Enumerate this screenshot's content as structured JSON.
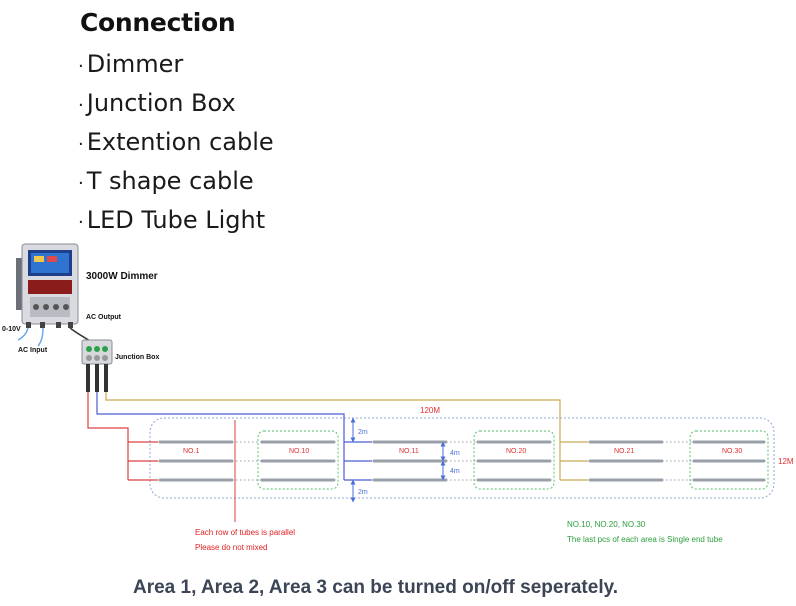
{
  "heading": "Connection",
  "items": [
    "Dimmer",
    "Junction Box",
    "Extention cable",
    "T shape cable",
    "LED Tube Light"
  ],
  "labels": {
    "dimmer": "3000W Dimmer",
    "input_0_10v": "0-10V",
    "ac_input": "AC Input",
    "ac_output": "AC Output",
    "junction_box": "Junction Box",
    "length_total": "120M",
    "length_right": "12M",
    "gap_top": "2m",
    "gap_bottom": "2m",
    "row_gap_1": "4m",
    "row_gap_2": "4m"
  },
  "tubes": {
    "no1": "NO.1",
    "no10": "NO.10",
    "no11": "NO.11",
    "no20": "NO.20",
    "no21": "NO.21",
    "no30": "NO.30"
  },
  "notes": {
    "parallel_1": "Each row of tubes is parallel",
    "parallel_2": "Please do not mixed",
    "single_end_1": "NO.10, NO.20, NO.30",
    "single_end_2": "The last pcs of each area is Single end tube"
  },
  "footer": "Area 1, Area 2, Area 3 can be turned on/off seperately.",
  "colors": {
    "red_line": "#d94040",
    "blue_line": "#4a5ed0",
    "gold_line": "#c8aa55",
    "area_border": "#8fa6d8",
    "single_end_border": "#55c06a",
    "note_red": "#e02020",
    "note_green": "#2a9d3a",
    "tube_label": "#e03030"
  }
}
